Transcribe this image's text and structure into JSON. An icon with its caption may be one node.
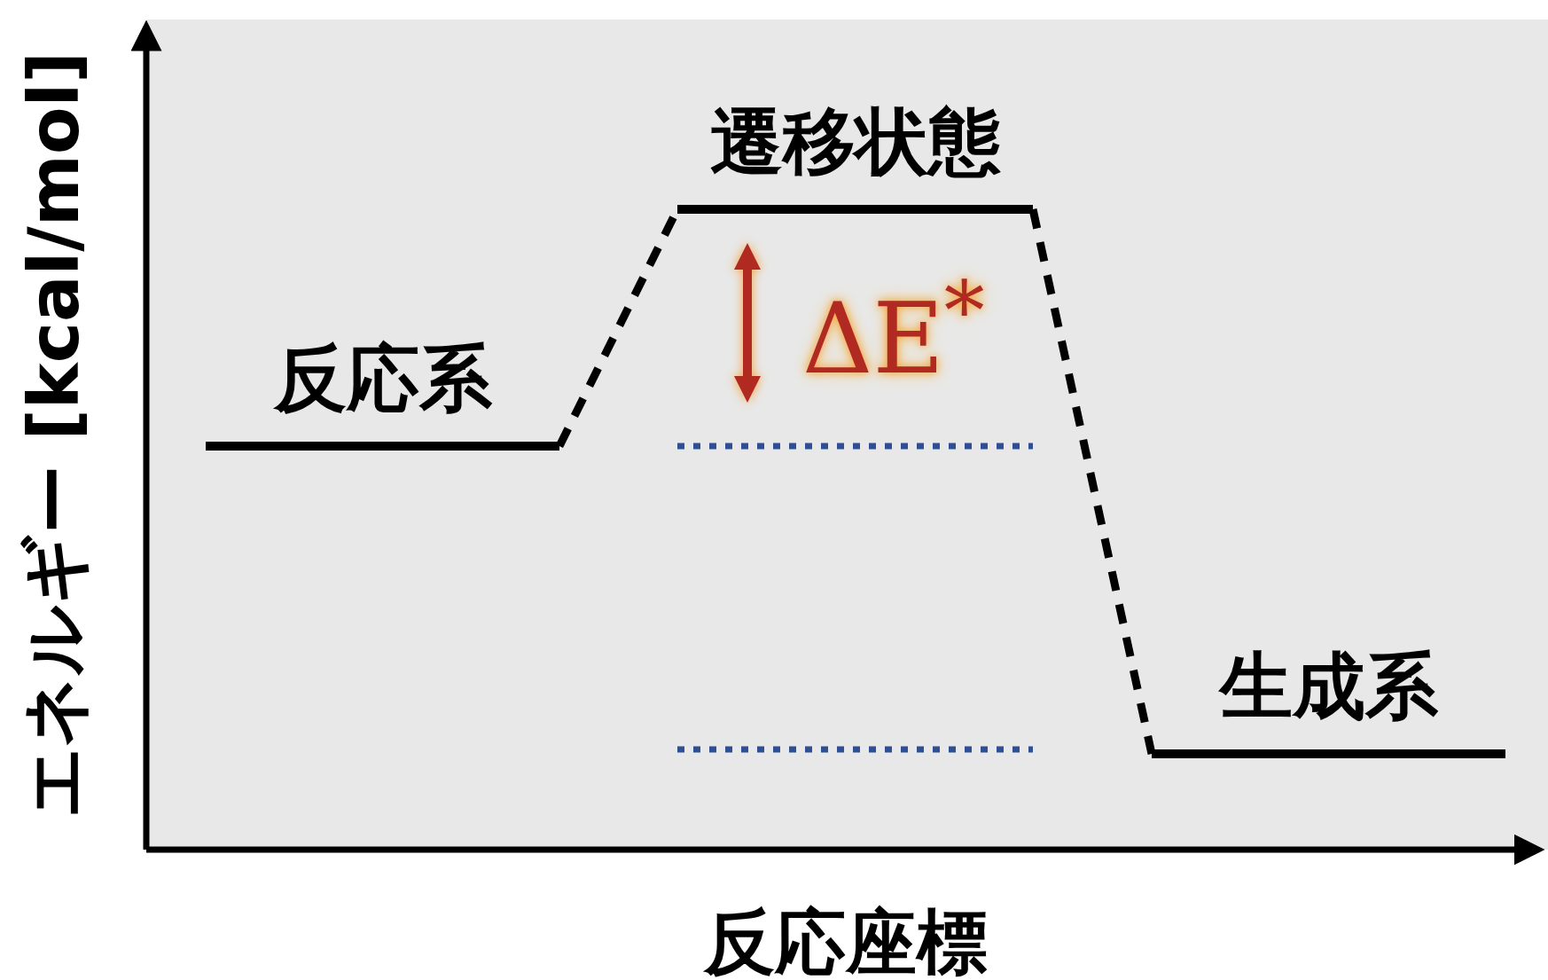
{
  "diagram": {
    "nodes": [
      {
        "text": [
          "反応系"
        ]
      },
      {
        "text": [
          "遷移状態"
        ]
      },
      {
        "text": [
          "生成系"
        ]
      }
    ],
    "edges": [
      {
        "from": 0,
        "to": 1,
        "arrow": "none",
        "style": "dashed"
      },
      {
        "from": 1,
        "to": 2,
        "arrow": "none",
        "style": "dashed"
      }
    ],
    "labels": [
      "ΔE$^{*}$",
      "エネルギー [kcal/mol]",
      "反応座標"
    ]
  }
}
